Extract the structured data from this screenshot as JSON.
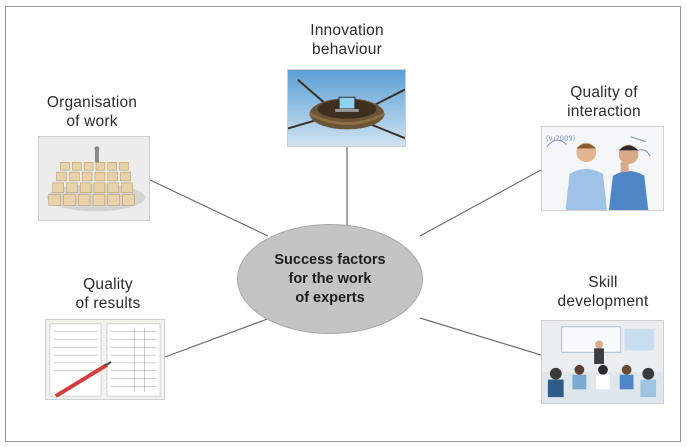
{
  "center": {
    "lines": [
      "Success factors",
      "for the work",
      "of experts"
    ]
  },
  "factors": {
    "innovation": {
      "lines": [
        "Innovation",
        "behaviour"
      ],
      "image_icon": "bird-nest-laptop-icon"
    },
    "organisation": {
      "lines": [
        "Organisation",
        "of work"
      ],
      "image_icon": "box-grid-icon"
    },
    "interaction": {
      "lines": [
        "Quality of",
        "interaction"
      ],
      "image_icon": "two-men-whiteboard-icon"
    },
    "results": {
      "lines": [
        "Quality",
        "of results"
      ],
      "image_icon": "checklist-form-icon"
    },
    "skills": {
      "lines": [
        "Skill",
        "development"
      ],
      "image_icon": "training-classroom-icon"
    }
  },
  "colors": {
    "hub_fill": "#c4c4c4",
    "connector": "#6e6e6e",
    "frame_border": "#9a9a9a"
  }
}
